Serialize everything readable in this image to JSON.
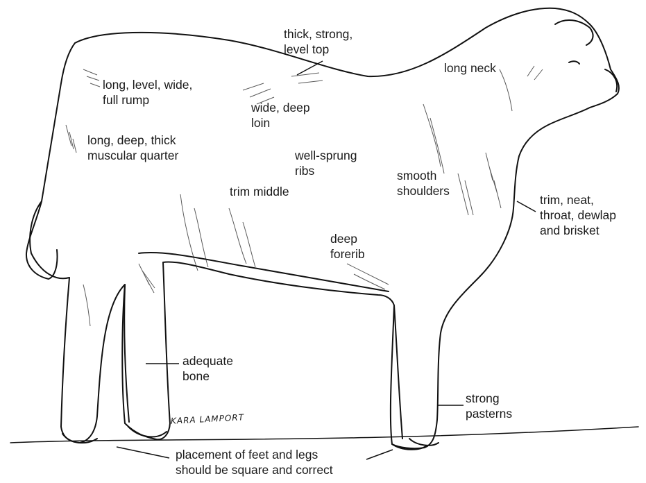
{
  "labels": {
    "top": [
      "thick, strong,",
      "level top"
    ],
    "neck": [
      "long neck"
    ],
    "rump": [
      "long, level, wide,",
      "full rump"
    ],
    "loin": [
      "wide, deep",
      "loin"
    ],
    "quarter": [
      "long, deep, thick",
      "muscular quarter"
    ],
    "ribs": [
      "well-sprung",
      "ribs"
    ],
    "shoulders": [
      "smooth",
      "shoulders"
    ],
    "middle": [
      "trim middle"
    ],
    "throat": [
      "trim, neat,",
      "throat, dewlap",
      "and brisket"
    ],
    "forerib": [
      "deep",
      "forerib"
    ],
    "bone": [
      "adequate",
      "bone"
    ],
    "pasterns": [
      "strong",
      "pasterns"
    ],
    "feet": [
      "placement of feet and legs",
      "should be square and correct"
    ]
  },
  "signature": "KARA LAMPORT"
}
